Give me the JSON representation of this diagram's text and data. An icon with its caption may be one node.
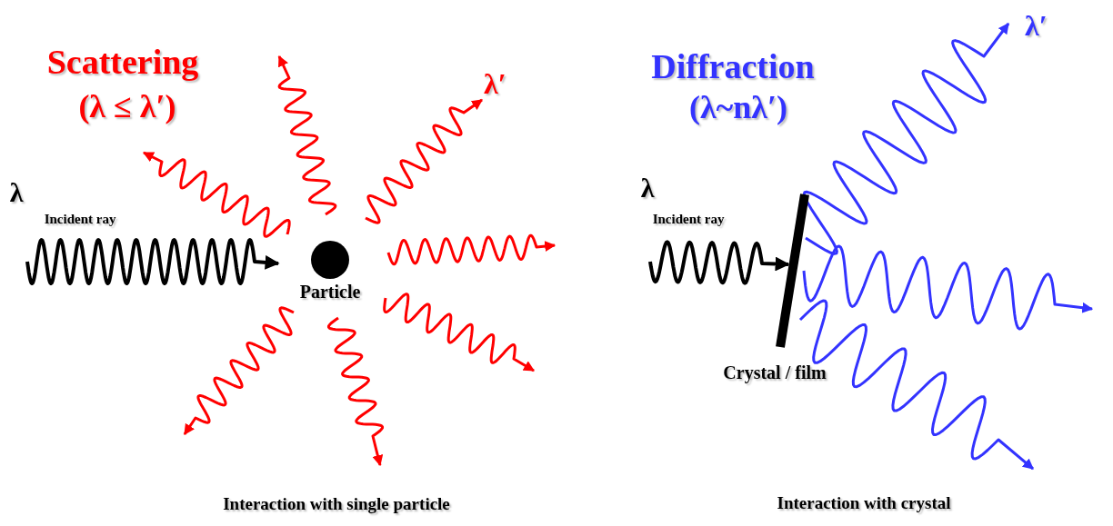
{
  "diagram": {
    "nodes": [
      {
        "text": [
          "Particle"
        ]
      },
      {
        "text": [
          "Crystal / film"
        ]
      },
      {
        "text": [
          "λ′"
        ]
      },
      {
        "text": [
          "λ′"
        ]
      }
    ],
    "edges": [
      {
        "from": null,
        "to": 0,
        "arrow": "to",
        "color": "#000000"
      },
      {
        "from": 0,
        "to": null,
        "arrow": "to"
      },
      {
        "from": 0,
        "to": null,
        "arrow": "to"
      },
      {
        "from": 0,
        "to": 2,
        "arrow": "to"
      },
      {
        "from": 0,
        "to": null,
        "arrow": "to"
      },
      {
        "from": 0,
        "to": null,
        "arrow": "to"
      },
      {
        "from": 0,
        "to": null,
        "arrow": "to"
      },
      {
        "from": 0,
        "to": null,
        "arrow": "to"
      },
      {
        "from": null,
        "to": 1,
        "arrow": "to",
        "color": "#000000"
      },
      {
        "from": 1,
        "to": 3,
        "arrow": "to",
        "color": "#3333ff"
      },
      {
        "from": 1,
        "to": null,
        "arrow": "to",
        "color": "#3333ff"
      },
      {
        "from": 1,
        "to": null,
        "arrow": "to",
        "color": "#3333ff"
      }
    ],
    "labels": [
      "Scattering",
      "(λ ≤ λ′)",
      "λ",
      "Incident ray",
      "Diffraction",
      "(λ~nλ′)",
      "λ",
      "Incident ray",
      "Interaction with single particle",
      "Interaction with crystal"
    ]
  }
}
